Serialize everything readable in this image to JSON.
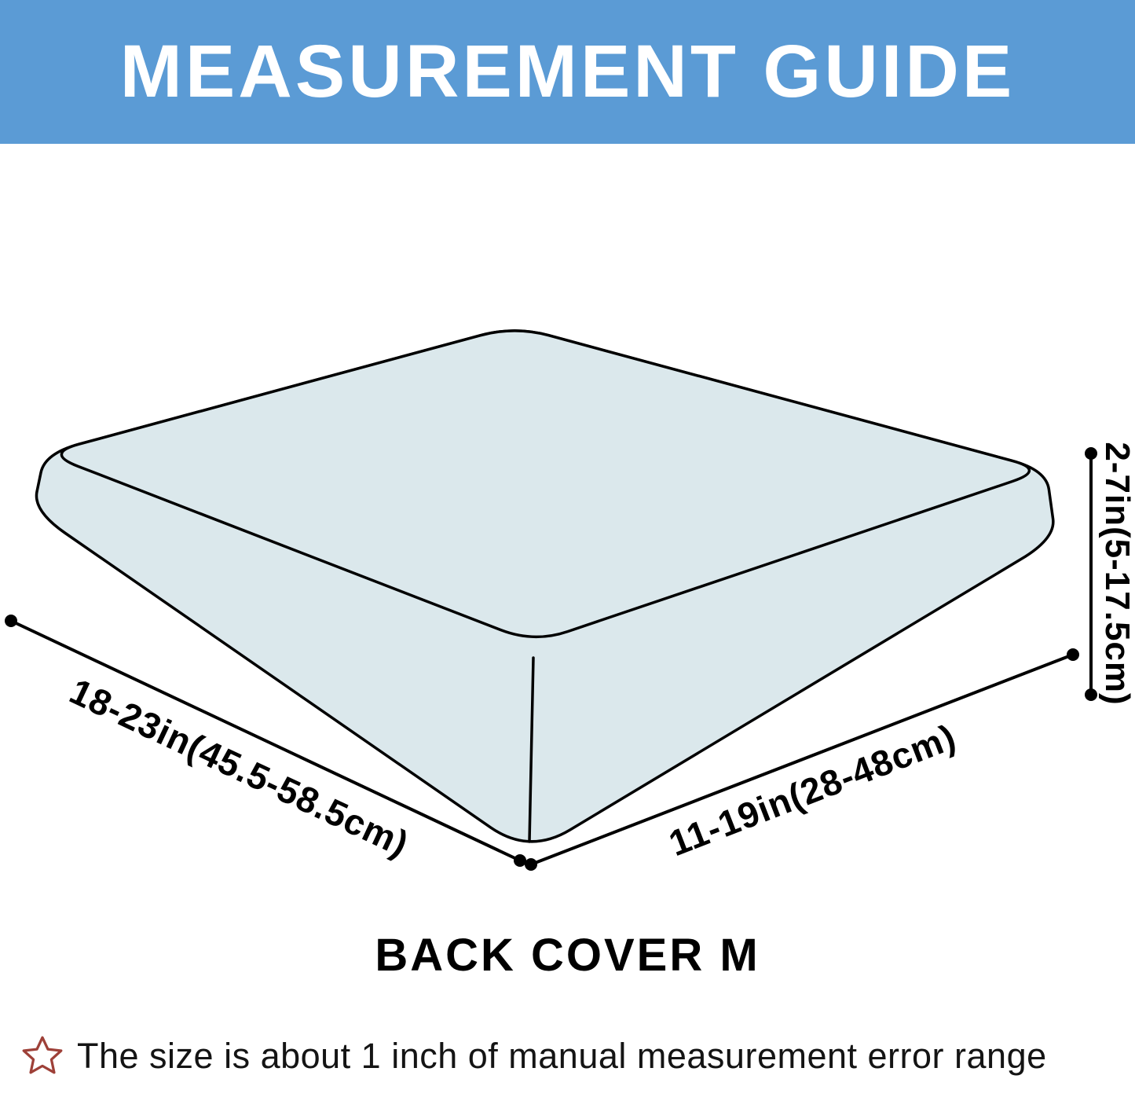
{
  "header": {
    "title": "MEASUREMENT GUIDE",
    "bg_color": "#5b9bd5",
    "text_color": "#ffffff"
  },
  "diagram": {
    "caption": "BACK COVER M",
    "cushion_fill_color": "#dbe8ec",
    "outline_color": "#000000",
    "dimensions": {
      "width_label": "18-23in(45.5-58.5cm)",
      "depth_label": "11-19in(28-48cm)",
      "height_label": "2-7in(5-17.5cm)"
    }
  },
  "footnote": {
    "icon": "star-icon",
    "icon_color": "#9e4038",
    "text": "The size is about 1 inch of manual measurement error range"
  }
}
